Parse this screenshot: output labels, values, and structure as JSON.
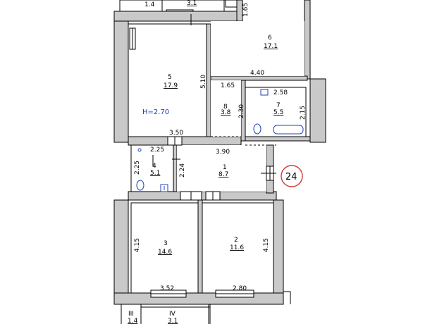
{
  "apartment_number": "24",
  "ceiling_height": "H=2.70",
  "rooms": [
    {
      "num": "1",
      "area": "8.7"
    },
    {
      "num": "2",
      "area": "11.6"
    },
    {
      "num": "3",
      "area": "14.6"
    },
    {
      "num": "4",
      "area": "5.1"
    },
    {
      "num": "5",
      "area": "17.9"
    },
    {
      "num": "6",
      "area": "17.1"
    },
    {
      "num": "7",
      "area": "5.5"
    },
    {
      "num": "8",
      "area": "3.8"
    }
  ],
  "top_balconies": [
    {
      "num": "",
      "area": "1.4"
    },
    {
      "num": "",
      "area": "3.1"
    }
  ],
  "bottom_balconies": [
    {
      "num": "III",
      "area": "1.4"
    },
    {
      "num": "IV",
      "area": "3.1"
    }
  ],
  "dimensions": {
    "d_165_top": "1.65",
    "d_440": "4.40",
    "d_510": "5.10",
    "d_165_mid": "1.65",
    "d_258": "2.58",
    "d_230": "2.30",
    "d_215": "2.15",
    "d_350": "3.50",
    "d_225_h": "2.25",
    "d_390": "3.90",
    "d_225_v": "2.25",
    "d_224": "2.24",
    "d_415_left": "4.15",
    "d_415_right": "4.15",
    "d_352": "3.52",
    "d_280": "2.80"
  },
  "colors": {
    "accent_text": "#1f3fbf",
    "apartment_circle": "#d23a3a"
  }
}
